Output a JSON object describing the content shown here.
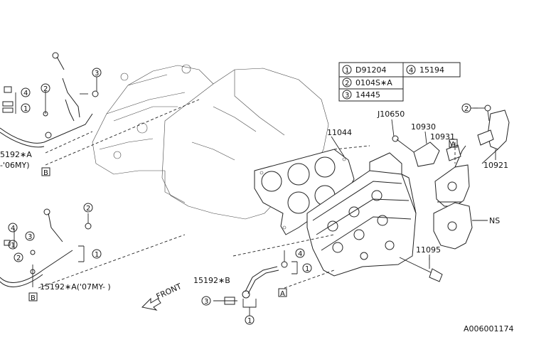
{
  "legend": [
    {
      "num": "1",
      "code": "D91204"
    },
    {
      "num": "4",
      "code": "15194"
    },
    {
      "num": "2",
      "code": "0104S∗A"
    },
    {
      "num": "3",
      "code": "14445"
    }
  ],
  "labels": {
    "j10650": "J10650",
    "p10930": "10930",
    "p10931": "10931",
    "p11044": "11044",
    "p10921": "10921",
    "ns": "NS",
    "p11095": "11095",
    "hose_b": "15192∗B",
    "hose_a_07": "15192∗A('07MY- )",
    "hose_a_06a": "5192∗A",
    "hose_a_06b": "-'06MY)",
    "front": "FRONT",
    "code": "A006001174"
  },
  "boxed": {
    "a": "A",
    "b": "B"
  },
  "callouts": {
    "c1": "1",
    "c2": "2",
    "c3": "3",
    "c4": "4"
  }
}
